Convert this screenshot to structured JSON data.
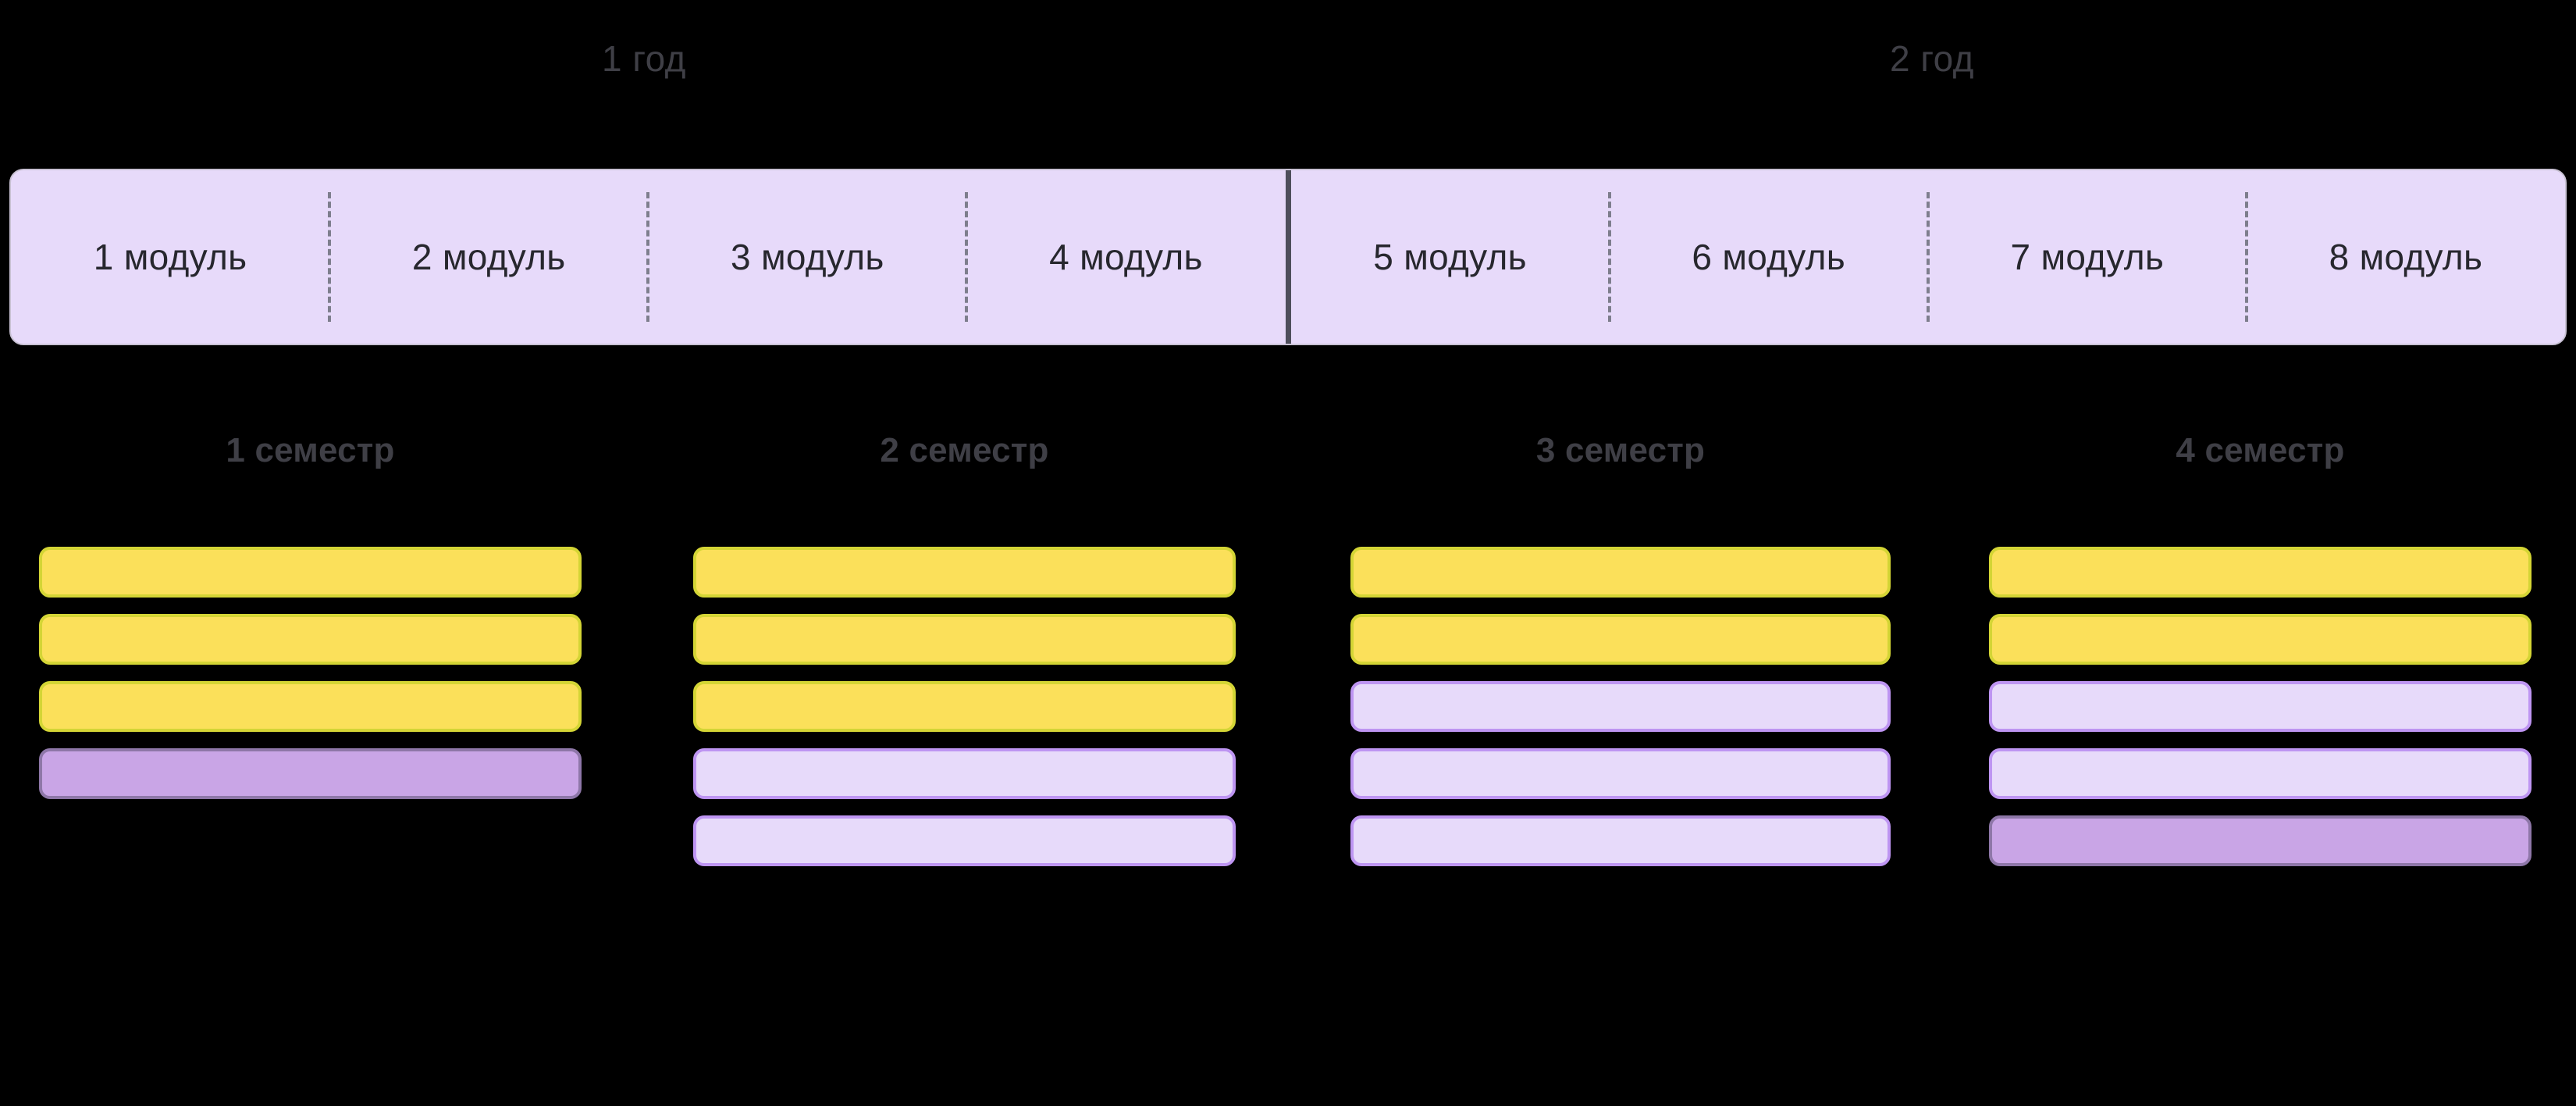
{
  "timeline": {
    "years": [
      {
        "label": "1 год",
        "modules": [
          {
            "label": "1 модуль"
          },
          {
            "label": "2 модуль"
          },
          {
            "label": "3 модуль"
          },
          {
            "label": "4 модуль"
          }
        ]
      },
      {
        "label": "2 год",
        "modules": [
          {
            "label": "5 модуль"
          },
          {
            "label": "6 модуль"
          },
          {
            "label": "7 модуль"
          },
          {
            "label": "8 модуль"
          }
        ]
      }
    ],
    "semesters": [
      {
        "label": "1 семестр"
      },
      {
        "label": "2 семестр"
      },
      {
        "label": "3 семестр"
      },
      {
        "label": "4 семестр"
      }
    ],
    "columns": [
      {
        "semester": "1 семестр",
        "bars": [
          "yellow",
          "yellow",
          "yellow",
          "purple"
        ]
      },
      {
        "semester": "2 семестр",
        "bars": [
          "yellow",
          "yellow",
          "yellow",
          "lavender",
          "lavender"
        ]
      },
      {
        "semester": "3 семестр",
        "bars": [
          "yellow",
          "yellow",
          "lavender",
          "lavender",
          "lavender"
        ]
      },
      {
        "semester": "4 семестр",
        "bars": [
          "yellow",
          "yellow",
          "lavender",
          "lavender",
          "purple"
        ]
      }
    ]
  },
  "colors": {
    "background": "#000000",
    "module_strip_fill": "#E7DAFA",
    "module_strip_border": "#C9C2D4",
    "year_divider": "#4E4E5B",
    "module_divider": "#7E7E8D",
    "heading_text": "#3f3f46",
    "module_text": "#27272e",
    "bar_yellow_fill": "#FBE05A",
    "bar_yellow_border": "#D4D535",
    "bar_lavender_fill": "#E7DAFA",
    "bar_lavender_border": "#BE95F2",
    "bar_purple_fill": "#C9A5E6",
    "bar_purple_border": "#8E77A8"
  }
}
